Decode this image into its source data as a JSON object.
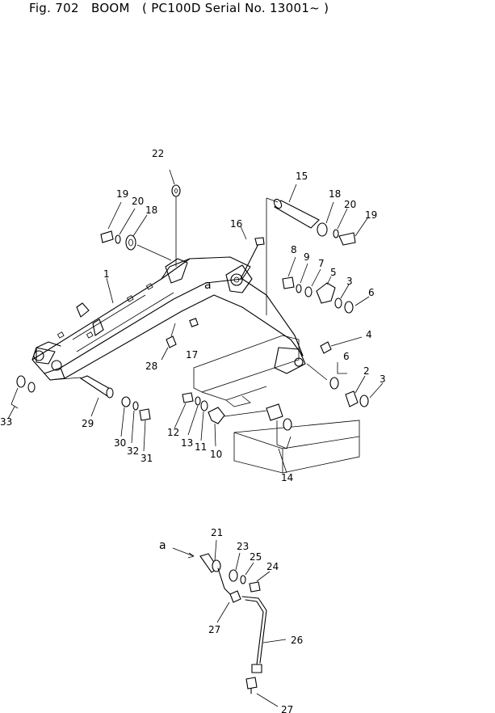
{
  "figure": {
    "title": "Fig. 702   BOOM   ( PC100D Serial No. 13001~ )"
  },
  "callouts": {
    "c1": "1",
    "c2": "2",
    "c3a": "3",
    "c3b": "3",
    "c4": "4",
    "c5": "5",
    "c6a": "6",
    "c6b": "6",
    "c7": "7",
    "c8": "8",
    "c9": "9",
    "c10": "10",
    "c11": "11",
    "c12": "12",
    "c13": "13",
    "c14": "14",
    "c15": "15",
    "c16": "16",
    "c17": "17",
    "c18a": "18",
    "c18b": "18",
    "c19a": "19",
    "c19b": "19",
    "c20a": "20",
    "c20b": "20",
    "c21": "21",
    "c22": "22",
    "c23": "23",
    "c24": "24",
    "c25": "25",
    "c26": "26",
    "c27a": "27",
    "c27b": "27",
    "c28": "28",
    "c29": "29",
    "c30": "30",
    "c31": "31",
    "c32": "32",
    "c33": "33",
    "ref_a1": "a",
    "ref_a2": "a"
  }
}
